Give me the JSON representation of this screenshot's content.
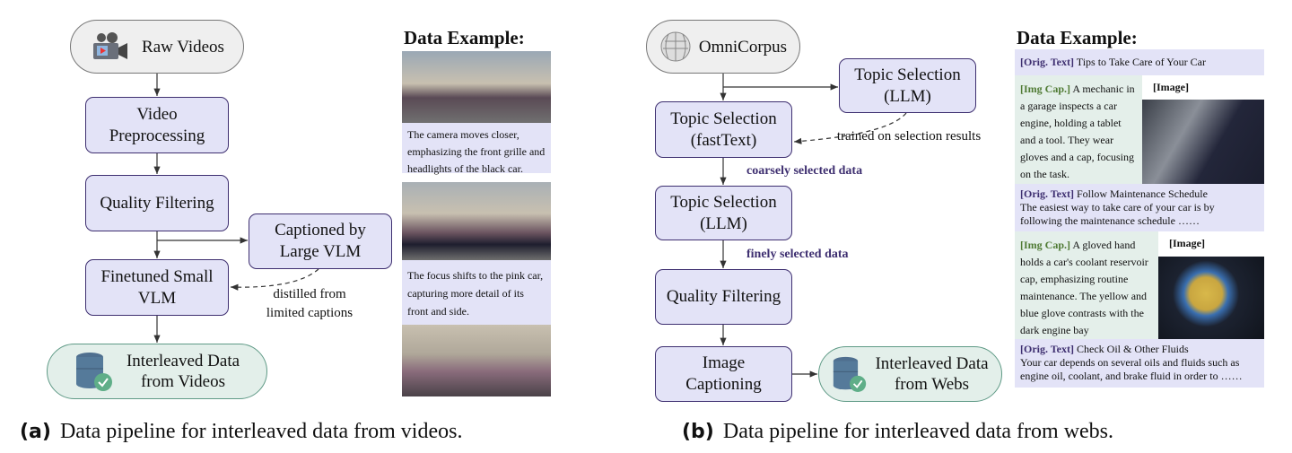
{
  "left": {
    "source": "Raw Videos",
    "steps": [
      "Video Preprocessing",
      "Quality Filtering",
      "Finetuned Small VLM"
    ],
    "side": "Captioned by Large VLM",
    "dashed_note": [
      "distilled from",
      "limited captions"
    ],
    "output": [
      "Interleaved Data",
      "from Videos"
    ],
    "example_title": "Data Example:",
    "captions": [
      "The camera moves closer, emphasizing the front grille and headlights of the black car.",
      "The focus shifts to the pink car, capturing more detail of its front and side."
    ],
    "figure_label": "(a)",
    "figure_caption": "Data pipeline for interleaved data from videos.",
    "icons": {
      "source": "video-camera-icon",
      "output": "database-check-icon"
    }
  },
  "right": {
    "source": "OmniCorpus",
    "top_side": "Topic Selection (LLM)",
    "steps": [
      "Topic Selection (fastText)",
      "Topic Selection (LLM)",
      "Quality Filtering",
      "Image Captioning"
    ],
    "dashed_note": "trained on selection results",
    "edge_labels": [
      "coarsely selected data",
      "finely selected data"
    ],
    "output": [
      "Interleaved Data",
      "from Webs"
    ],
    "example_title": "Data Example:",
    "orig_tag": "[Orig. Text]",
    "img_tag": "[Img Cap.]",
    "image_label": "[Image]",
    "orig1": "Tips to Take Care of Your Car",
    "cap1": "A mechanic in a garage inspects a car engine, holding a tablet and a tool. They wear gloves and a cap, focusing on the task.",
    "orig2_title": "Follow Maintenance Schedule",
    "orig2_body": "The easiest way to take care of your car is by following the maintenance schedule ……",
    "cap2": "A gloved hand holds a car's coolant reservoir cap, emphasizing routine maintenance. The yellow and blue glove contrasts with the dark engine bay",
    "orig3_title": "Check Oil & Other Fluids",
    "orig3_body": "Your car depends on several oils and fluids such as engine oil, coolant, and brake fluid in order to ……",
    "figure_label": "(b)",
    "figure_caption": "Data pipeline for interleaved data from webs.",
    "icons": {
      "source": "wikipedia-globe-icon",
      "output": "database-check-icon"
    }
  },
  "colors": {
    "box_fill": "#e3e3f7",
    "box_border": "#3e2f70",
    "output_fill": "#e3efea",
    "img_cap_tag": "#4f7a33"
  }
}
